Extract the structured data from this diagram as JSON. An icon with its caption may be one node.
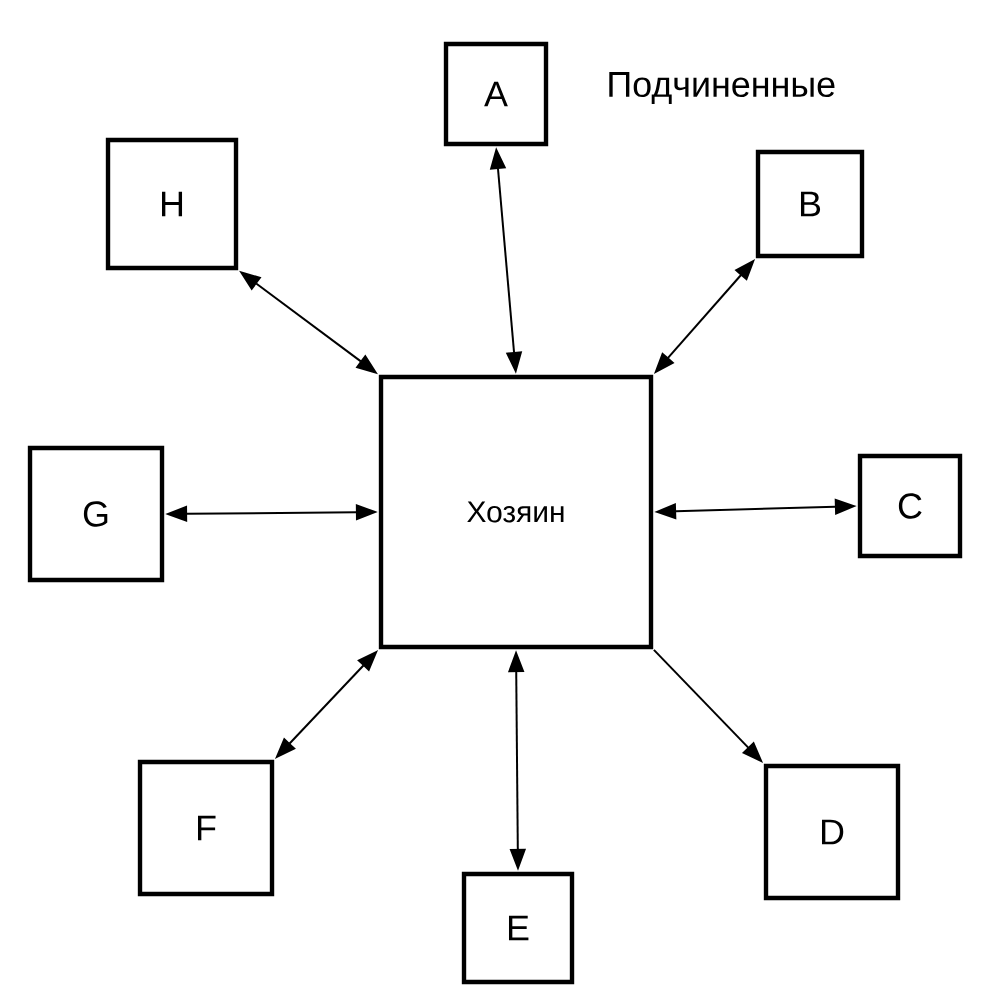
{
  "diagram": {
    "nodes": [
      {
        "text": [
          "Хозяин"
        ]
      },
      {
        "text": [
          "A"
        ]
      },
      {
        "text": [
          "B"
        ]
      },
      {
        "text": [
          "C"
        ]
      },
      {
        "text": [
          "D"
        ]
      },
      {
        "text": [
          "E"
        ]
      },
      {
        "text": [
          "F"
        ]
      },
      {
        "text": [
          "G"
        ]
      },
      {
        "text": [
          "H"
        ]
      }
    ],
    "edges": [
      {
        "from": 0,
        "to": 1,
        "arrow": "both"
      },
      {
        "from": 0,
        "to": 2,
        "arrow": "both"
      },
      {
        "from": 0,
        "to": 3,
        "arrow": "both"
      },
      {
        "from": 0,
        "to": 4,
        "arrow": "to"
      },
      {
        "from": 0,
        "to": 5,
        "arrow": "both"
      },
      {
        "from": 0,
        "to": 6,
        "arrow": "both"
      },
      {
        "from": 0,
        "to": 7,
        "arrow": "both"
      },
      {
        "from": 0,
        "to": 8,
        "arrow": "both"
      }
    ],
    "labels": [
      "Подчиненные"
    ]
  }
}
